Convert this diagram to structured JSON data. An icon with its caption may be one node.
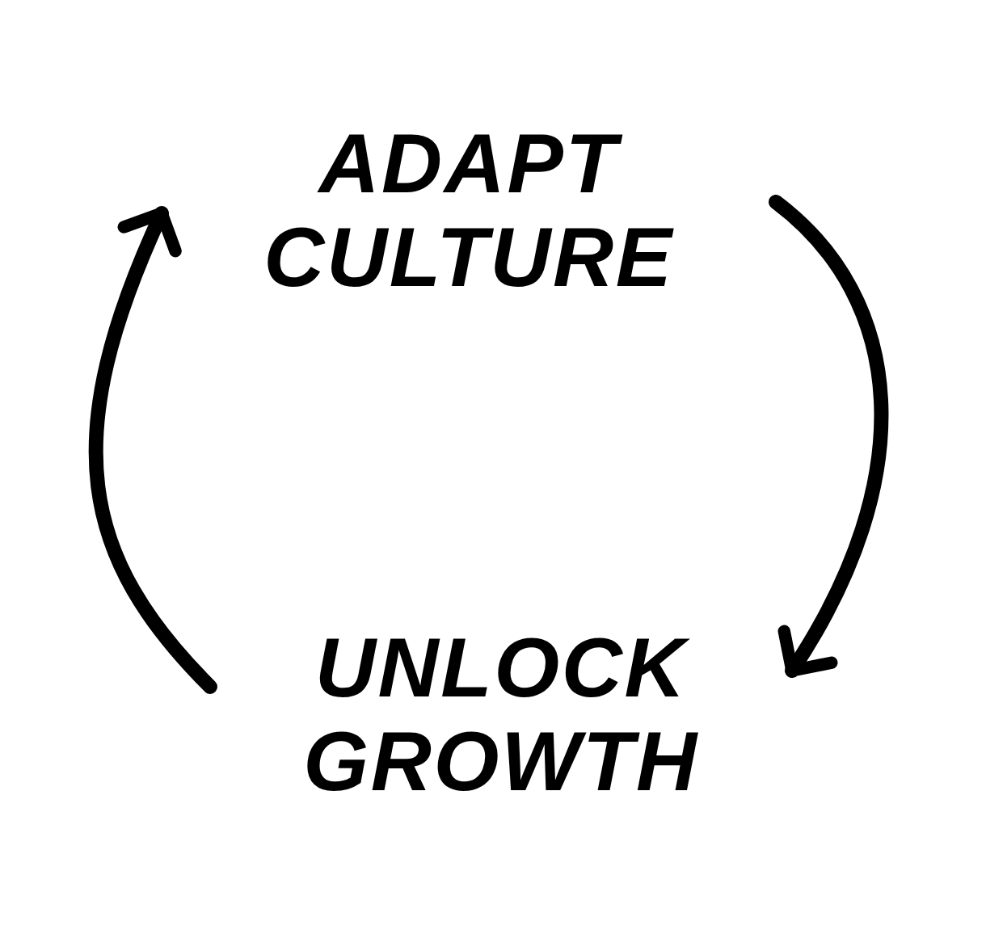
{
  "diagram": {
    "nodes": [
      {
        "text": [
          "ADAPT CULTURE"
        ]
      },
      {
        "text": [
          "UNLOCK GROWTH"
        ]
      }
    ],
    "edges": [
      {
        "from": 0,
        "to": 1,
        "arrow": "to"
      },
      {
        "from": 1,
        "to": 0,
        "arrow": "to"
      }
    ]
  }
}
